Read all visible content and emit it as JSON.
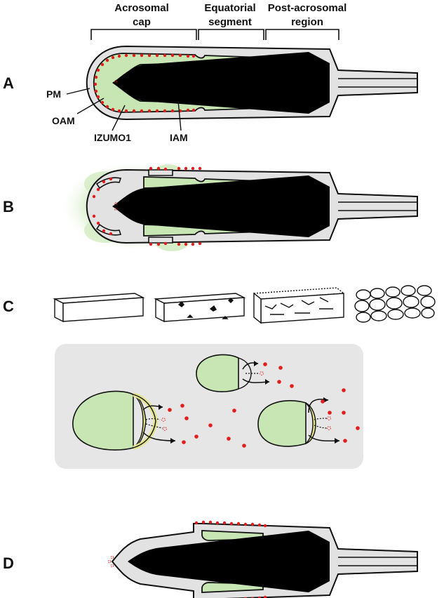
{
  "panels": {
    "a": "A",
    "b": "B",
    "c": "C",
    "d": "D"
  },
  "regions": {
    "acrosomal_cap_line1": "Acrosomal",
    "acrosomal_cap_line2": "cap",
    "equatorial_line1": "Equatorial",
    "equatorial_line2": "segment",
    "postacrosomal_line1": "Post-acrosomal",
    "postacrosomal_line2": "region"
  },
  "parts": {
    "pm": "PM",
    "oam": "OAM",
    "izumo1": "IZUMO1",
    "iam": "IAM"
  },
  "colors": {
    "acrosome_green": "#c8e6b4",
    "membrane_gray": "#e2e2e2",
    "nucleus_black": "#000000",
    "izumo1_red": "#e01e1e",
    "fusion_yellow": "#e4e48a",
    "background_box": "#e6e6e6",
    "haze_green": "#d7ecc8"
  }
}
